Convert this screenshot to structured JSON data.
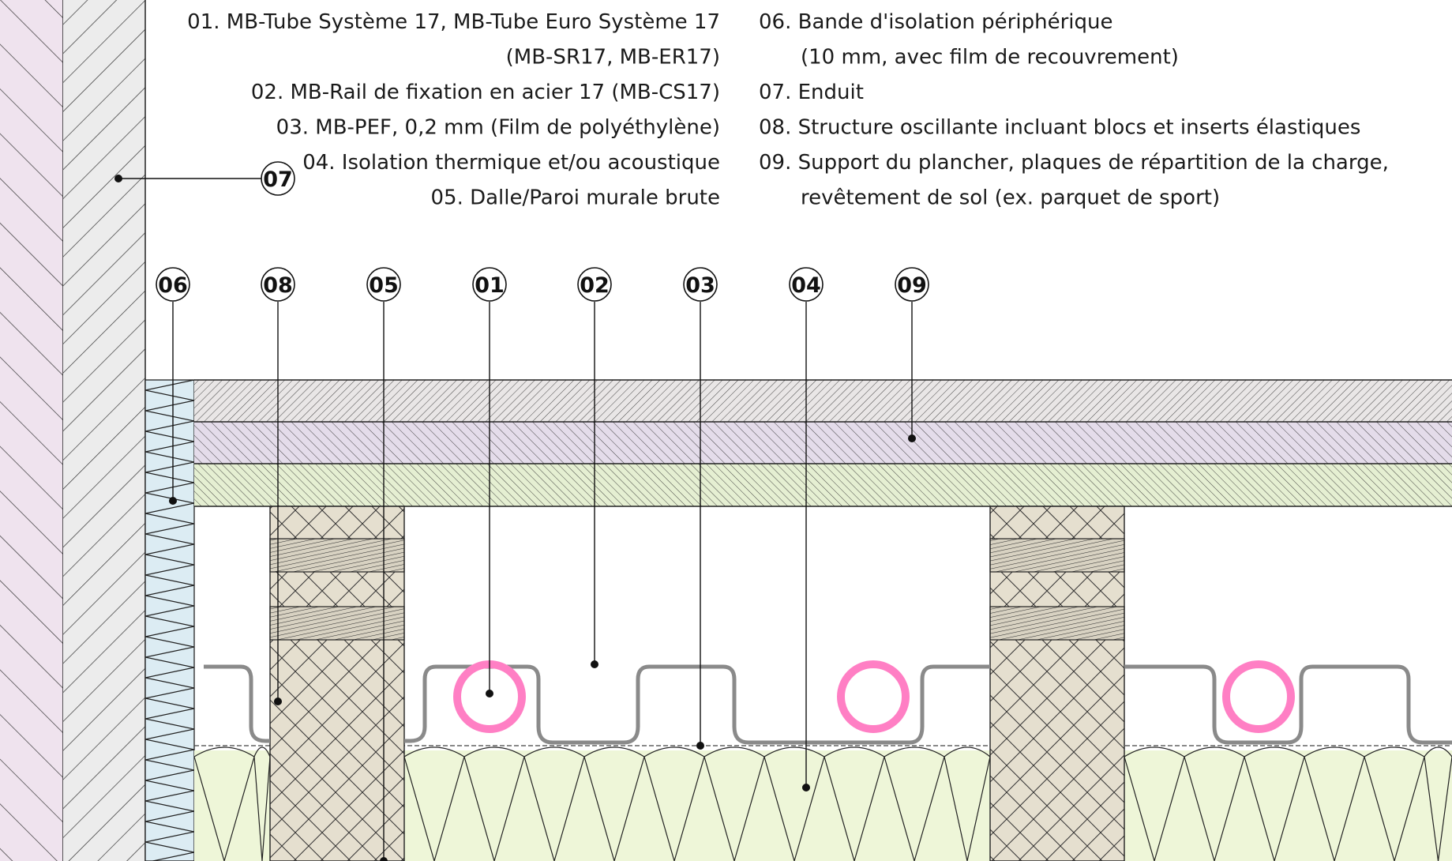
{
  "legend": {
    "items": [
      {
        "id": "01",
        "lines": [
          "01. MB-Tube Système 17, MB-Tube Euro Système 17",
          "(MB-SR17, MB-ER17)"
        ]
      },
      {
        "id": "02",
        "lines": [
          "02. MB-Rail de fixation en acier 17 (MB-CS17)"
        ]
      },
      {
        "id": "03",
        "lines": [
          "03. MB-PEF, 0,2 mm (Film de polyéthylène)"
        ]
      },
      {
        "id": "04",
        "lines": [
          "04. Isolation thermique et/ou acoustique"
        ]
      },
      {
        "id": "05",
        "lines": [
          "05. Dalle/Paroi murale brute"
        ]
      },
      {
        "id": "06",
        "lines": [
          "06. Bande d'isolation périphérique",
          "(10 mm, avec film de recouvrement)"
        ]
      },
      {
        "id": "07",
        "lines": [
          "07. Enduit"
        ]
      },
      {
        "id": "08",
        "lines": [
          "08. Structure oscillante incluant blocs et inserts élastiques"
        ]
      },
      {
        "id": "09",
        "lines": [
          "09. Support du plancher, plaques de répartition de la charge,",
          "revêtement de sol (ex. parquet de sport)"
        ]
      }
    ]
  },
  "markers": [
    "06",
    "08",
    "05",
    "01",
    "02",
    "03",
    "04",
    "09",
    "07"
  ],
  "colors": {
    "wall_pink": "#efe3ee",
    "plaster_gray": "#ececec",
    "edge_strip_blue": "#dcecf3",
    "floor_top": "#e9e6e6",
    "floor_mid": "#e4dcea",
    "floor_bottom": "#e5efd2",
    "block_beige": "#e5dfcf",
    "insulation_green": "#eef6d8",
    "tube_pink": "#ff7fc4",
    "rail_gray": "#8a8a8a"
  }
}
